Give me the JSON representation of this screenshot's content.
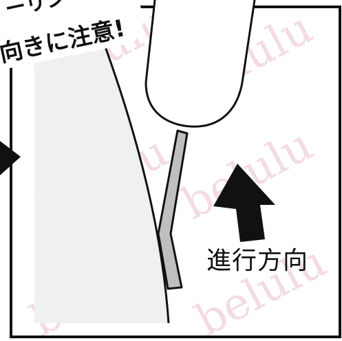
{
  "caption_top": "…ーリング向きに注意！",
  "caption_line1": "ーリン",
  "caption_line2": "向きに注意!",
  "direction_label": "進行方向",
  "watermark": "belulu",
  "colors": {
    "outline": "#111111",
    "panel_fill": "#eef0f2",
    "hair_fill": "#bfbfbf",
    "watermark": "#f2d9de",
    "arrow": "#111111"
  }
}
